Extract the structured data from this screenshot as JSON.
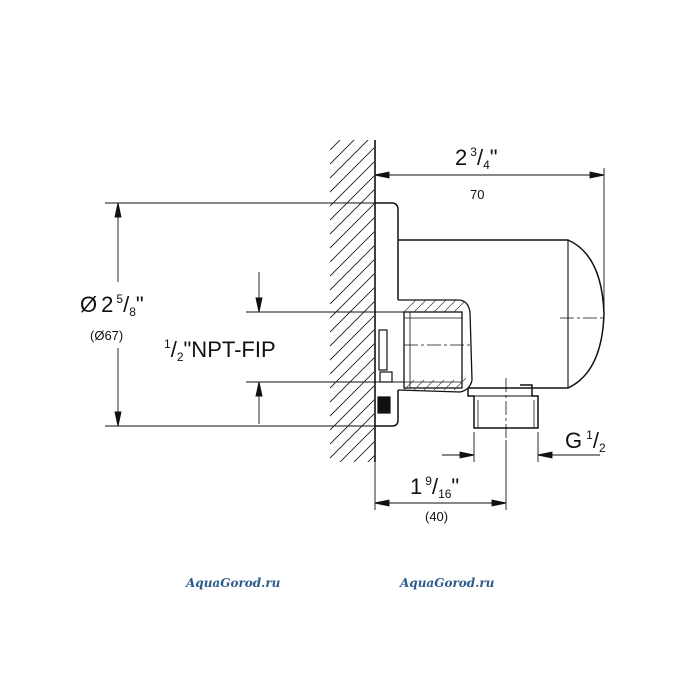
{
  "dimensions": {
    "width": {
      "whole": "2",
      "num": "3",
      "den": "4",
      "inch": "\"",
      "metric": "70"
    },
    "diameter": {
      "symbol": "Ø",
      "whole": "2",
      "num": "5",
      "den": "8",
      "inch": "\"",
      "metric": "(Ø67)"
    },
    "thread_npt": {
      "num": "1",
      "den": "2",
      "text": "\"NPT-FIP"
    },
    "thread_g": {
      "prefix": "G",
      "num": "1",
      "den": "2"
    },
    "outlet_offset": {
      "whole": "1",
      "num": "9",
      "den": "16",
      "inch": "\"",
      "metric": "(40)"
    }
  },
  "watermarks": [
    "AquaGorod.ru",
    "AquaGorod.ru"
  ]
}
